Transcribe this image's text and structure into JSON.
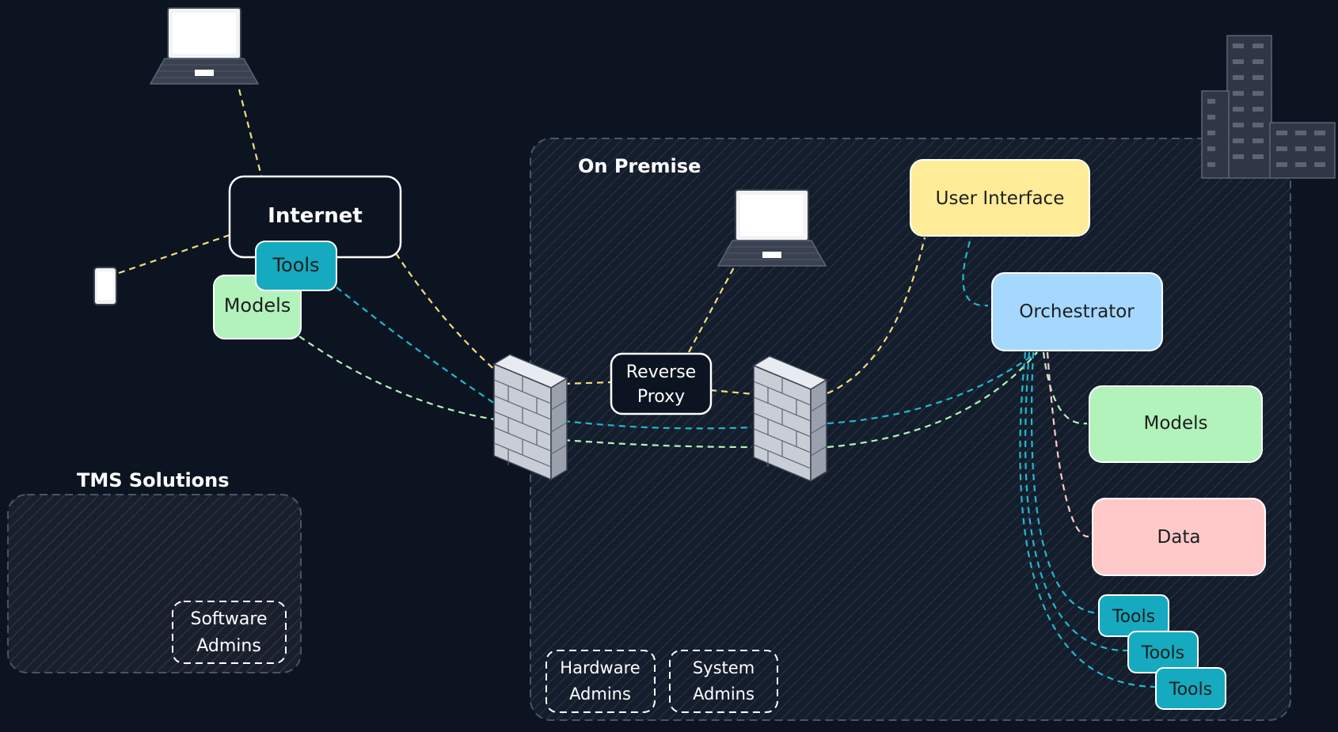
{
  "colors": {
    "background": "#0d1421",
    "yellow_link": "#f0dc82",
    "cyan_link": "#22b8cf",
    "green_link": "#b2f2bb",
    "pink_link": "#ffc9c9",
    "ui_fill": "#ffec99",
    "orchestrator_fill": "#a5d8ff",
    "models_fill": "#b2f2bb",
    "data_fill": "#ffc9c9",
    "tools_fill": "#15aabf"
  },
  "regions": {
    "on_premise": {
      "label": "On Premise"
    },
    "tms": {
      "label": "TMS Solutions"
    }
  },
  "nodes": {
    "internet": "Internet",
    "tools_cloud": "Tools",
    "models_cloud": "Models",
    "reverse_proxy": [
      "Reverse",
      "Proxy"
    ],
    "user_interface": "User Interface",
    "orchestrator": "Orchestrator",
    "models_onprem": "Models",
    "data": "Data",
    "tools_onprem": [
      "Tools",
      "Tools",
      "Tools"
    ]
  },
  "admins": {
    "software": [
      "Software",
      "Admins"
    ],
    "hardware": [
      "Hardware",
      "Admins"
    ],
    "system": [
      "System",
      "Admins"
    ]
  },
  "icons": [
    "laptop-icon",
    "phone-icon",
    "firewall-icon",
    "city-buildings-icon"
  ]
}
